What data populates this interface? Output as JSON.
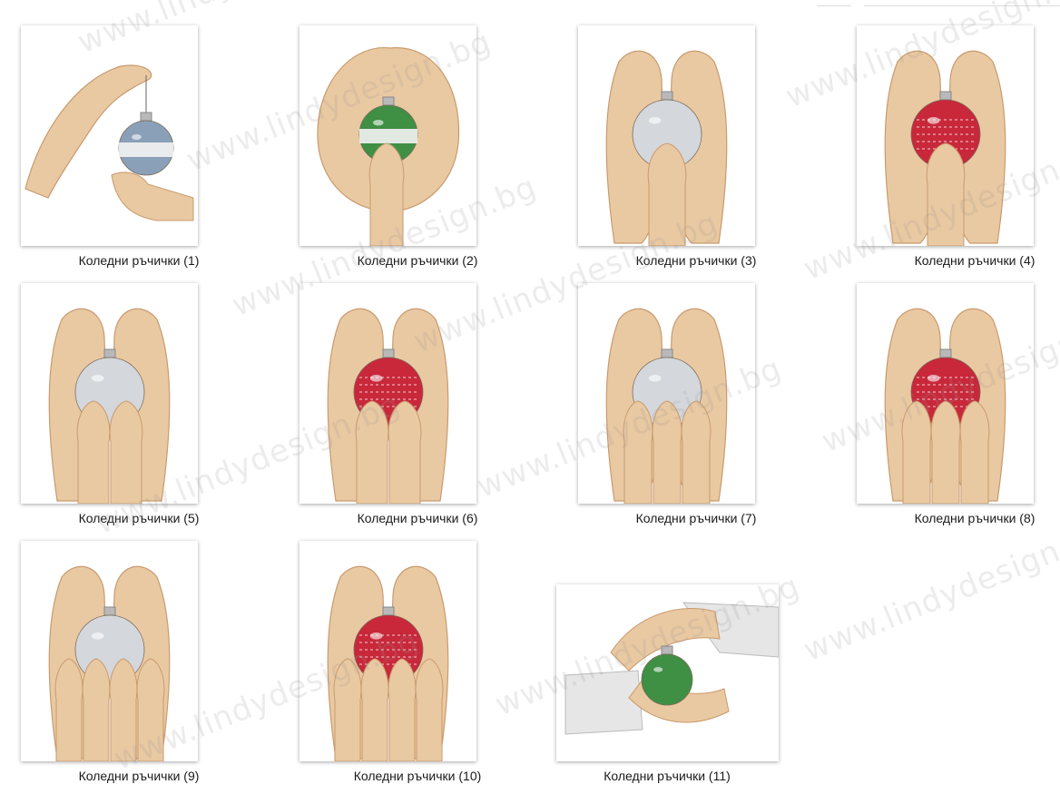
{
  "gallery": {
    "items": [
      {
        "label": "Коледни ръчички (1)",
        "variant": "hand-hang",
        "ornament": "blue"
      },
      {
        "label": "Коледни ръчички (2)",
        "variant": "cupped",
        "ornament": "green-white"
      },
      {
        "label": "Коледни ръчички (3)",
        "variant": "family-one",
        "ornament": "silver"
      },
      {
        "label": "Коледни ръчички (4)",
        "variant": "family-one",
        "ornament": "red"
      },
      {
        "label": "Коледни ръчички (5)",
        "variant": "family-two",
        "ornament": "silver"
      },
      {
        "label": "Коледни ръчички (6)",
        "variant": "family-two",
        "ornament": "red"
      },
      {
        "label": "Коледни ръчички (7)",
        "variant": "family-three",
        "ornament": "silver"
      },
      {
        "label": "Коледни ръчички (8)",
        "variant": "family-three",
        "ornament": "red"
      },
      {
        "label": "Коледни ръчички (9)",
        "variant": "family-four",
        "ornament": "silver"
      },
      {
        "label": "Коледни ръчички (10)",
        "variant": "family-four",
        "ornament": "red"
      },
      {
        "label": "Коледни ръчички (11)",
        "variant": "sweater-wrap",
        "ornament": "green"
      }
    ]
  },
  "watermark": {
    "text": "www.lindydesign.bg"
  },
  "colors": {
    "skin": "#e9c9a2",
    "skin_shadow": "#c99a6e",
    "ornament_red": "#c8283a",
    "ornament_silver": "#d4d7dc",
    "ornament_blue": "#8aa0b8",
    "ornament_green": "#3f8f45",
    "sweater": "#e6e6e6"
  }
}
